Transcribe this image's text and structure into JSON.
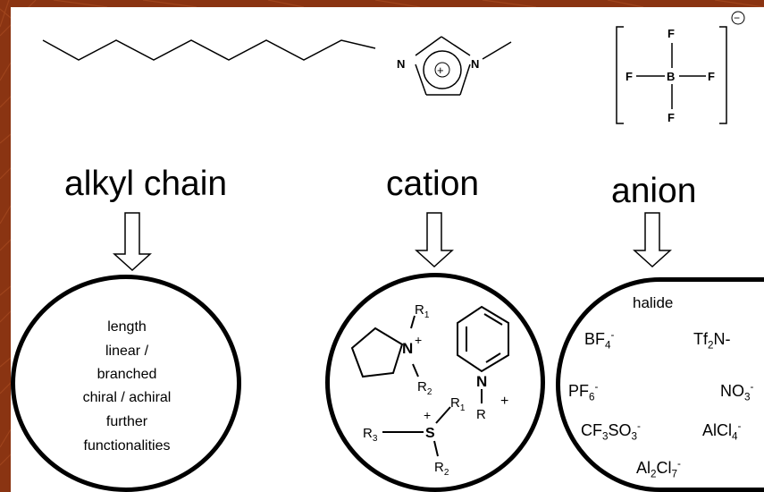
{
  "headings": {
    "alkyl": "alkyl chain",
    "cation": "cation",
    "anion": "anion"
  },
  "top_structure": {
    "ring_n_left": "N",
    "ring_n_right": "N",
    "ring_charge": "+",
    "bf4_center": "B",
    "bf4_f_top": "F",
    "bf4_f_left": "F",
    "bf4_f_right": "F",
    "bf4_f_bottom": "F",
    "anion_charge": "−"
  },
  "alkyl_features": [
    "length",
    "linear /",
    "branched",
    "chiral / achiral",
    "further",
    "functionalities"
  ],
  "cation_labels": {
    "pyrrolidinium_n": "N",
    "pyrrolidinium_plus": "+",
    "r1": "R",
    "r1_sub": "1",
    "r2": "R",
    "r2_sub": "2",
    "pyridinium_n": "N",
    "pyridinium_r": "R",
    "pyridinium_plus": "+",
    "sulfonium_s": "S",
    "sulfonium_plus": "+",
    "s_r1": "R",
    "s_r1_sub": "1",
    "s_r2": "R",
    "s_r2_sub": "2",
    "s_r3": "R",
    "s_r3_sub": "3"
  },
  "anions": {
    "halide": "halide",
    "bf4": {
      "base": "BF",
      "sub": "4",
      "sup": "-"
    },
    "tf2n": {
      "base": "Tf",
      "sub": "2",
      "tail": "N-"
    },
    "pf6": {
      "base": "PF",
      "sub": "6",
      "sup": "-"
    },
    "no3": {
      "base": "NO",
      "sub": "3",
      "sup": "-"
    },
    "cf3so3": {
      "base": "CF",
      "sub": "3",
      "mid": "SO",
      "sub2": "3",
      "sup": "-"
    },
    "alcl4": {
      "base": "AlCl",
      "sub": "4",
      "sup": "-"
    },
    "al2cl7": {
      "base": "Al",
      "sub": "2",
      "mid": "Cl",
      "sub2": "7",
      "sup": "-"
    }
  },
  "colors": {
    "background": "#8a3412",
    "panel": "#ffffff",
    "ink": "#000000"
  }
}
